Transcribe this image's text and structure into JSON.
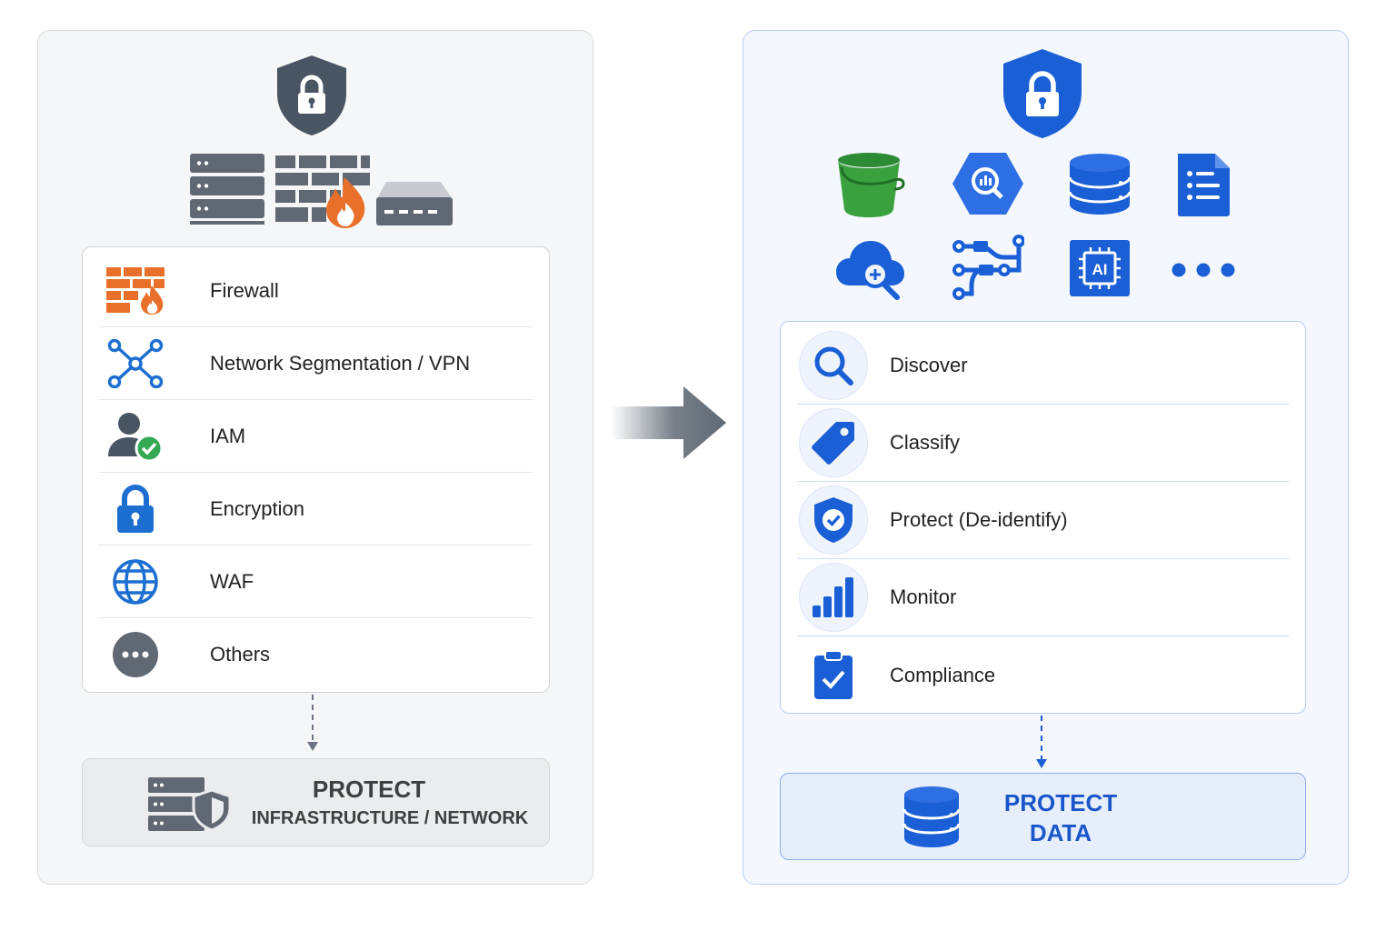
{
  "left": {
    "items": [
      {
        "label": "Firewall",
        "icon": "firewall-icon"
      },
      {
        "label": "Network Segmentation / VPN",
        "icon": "network-segmentation-icon"
      },
      {
        "label": "IAM",
        "icon": "iam-user-check-icon"
      },
      {
        "label": "Encryption",
        "icon": "padlock-icon"
      },
      {
        "label": "WAF",
        "icon": "globe-icon"
      },
      {
        "label": "Others",
        "icon": "more-dots-icon"
      }
    ],
    "banner": {
      "title": "PROTECT",
      "subtitle": "INFRASTRUCTURE / NETWORK"
    }
  },
  "right": {
    "items": [
      {
        "label": "Discover",
        "icon": "magnifier-icon"
      },
      {
        "label": "Classify",
        "icon": "tag-icon"
      },
      {
        "label": "Protect (De-identify)",
        "icon": "shield-check-icon"
      },
      {
        "label": "Monitor",
        "icon": "bar-chart-icon"
      },
      {
        "label": "Compliance",
        "icon": "clipboard-check-icon"
      }
    ],
    "banner": {
      "title_line1": "PROTECT",
      "title_line2": "DATA"
    }
  },
  "colors": {
    "left_accent": "#4a5563",
    "right_accent": "#1a56c9",
    "firewall_orange": "#e8702a",
    "check_green": "#34a853",
    "bucket_green": "#3aa13f"
  }
}
